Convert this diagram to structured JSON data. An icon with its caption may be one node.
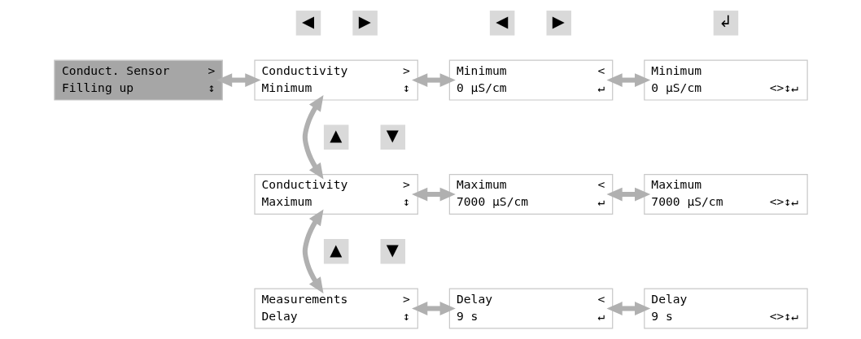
{
  "diagram": {
    "nodes": [
      {
        "text": [
          "Conduct. Sensor",
          ">",
          "Filling up",
          "↕"
        ]
      },
      {
        "text": [
          "Conductivity",
          ">",
          "Minimum",
          "↕"
        ]
      },
      {
        "text": [
          "Minimum",
          "<",
          "0 µS/cm",
          "↵"
        ]
      },
      {
        "text": [
          "Minimum",
          "0 µS/cm",
          "<>↕↵"
        ]
      },
      {
        "text": [
          "Conductivity",
          ">",
          "Maximum",
          "↕"
        ]
      },
      {
        "text": [
          "Maximum",
          "<",
          "7000 µS/cm",
          "↵"
        ]
      },
      {
        "text": [
          "Maximum",
          "7000 µS/cm",
          "<>↕↵"
        ]
      },
      {
        "text": [
          "Measurements",
          ">",
          "Delay",
          "↕"
        ]
      },
      {
        "text": [
          "Delay",
          "<",
          "9 s",
          "↵"
        ]
      },
      {
        "text": [
          "Delay",
          "9 s",
          "<>↕↵"
        ]
      }
    ],
    "edges": [
      {
        "from": 0,
        "to": 1,
        "arrow": "both"
      },
      {
        "from": 1,
        "to": 2,
        "arrow": "both"
      },
      {
        "from": 2,
        "to": 3,
        "arrow": "both"
      },
      {
        "from": 1,
        "to": 4,
        "arrow": "both"
      },
      {
        "from": 4,
        "to": 5,
        "arrow": "both"
      },
      {
        "from": 5,
        "to": 6,
        "arrow": "both"
      },
      {
        "from": 4,
        "to": 7,
        "arrow": "both"
      },
      {
        "from": 7,
        "to": 8,
        "arrow": "both"
      },
      {
        "from": 8,
        "to": 9,
        "arrow": "both"
      }
    ],
    "labels": [
      "◀",
      "▶",
      "◀",
      "▶",
      "↲",
      "▲",
      "▼",
      "▲",
      "▼"
    ]
  }
}
